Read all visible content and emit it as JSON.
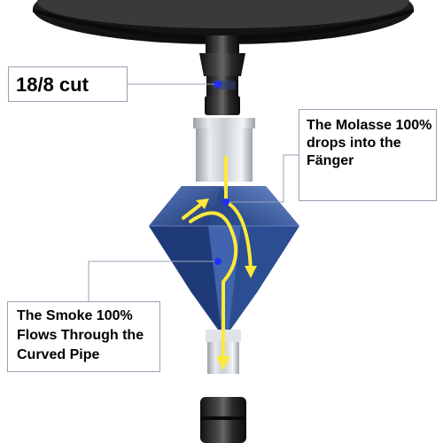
{
  "labels": {
    "cut": "18/8 cut",
    "molasse": [
      "The Molasse 100%",
      "drops into the",
      "Fänger"
    ],
    "smoke": [
      "The Smoke 100%",
      "Flows Through the",
      "Curved Pipe"
    ]
  },
  "icons": [
    "smoke-flow-arrow-icon",
    "molasse-drop-arrow-icon",
    "pointer-dot-icon"
  ],
  "colors": {
    "label_border": "#9aa0b4",
    "pointer_dot": "#1f2dff",
    "arrow": "#ffe93a",
    "glass": "#2c4a86",
    "metal": "#1c1c1c"
  }
}
